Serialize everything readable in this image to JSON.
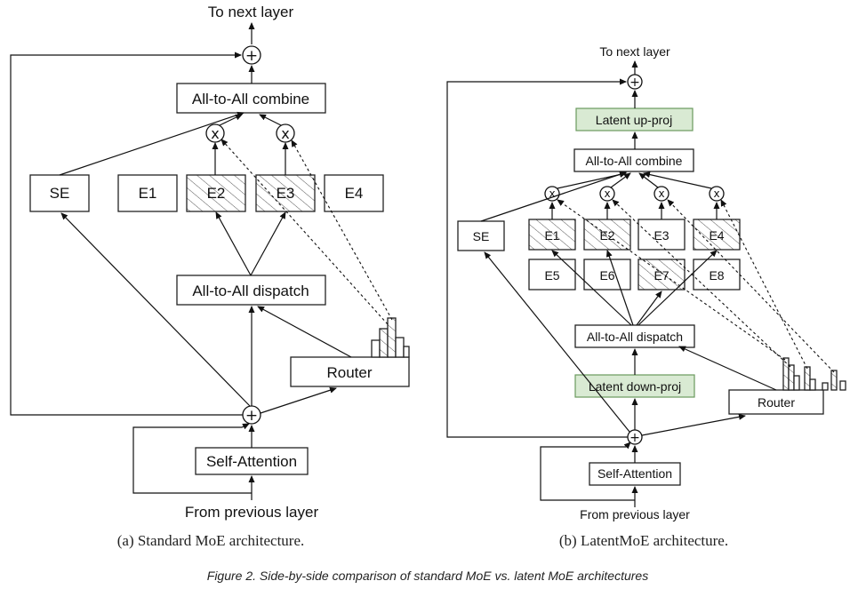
{
  "left": {
    "top_label": "To next layer",
    "combine": "All-to-All combine",
    "experts": [
      "SE",
      "E1",
      "E2",
      "E3",
      "E4"
    ],
    "dispatch": "All-to-All dispatch",
    "router": "Router",
    "attention": "Self-Attention",
    "bottom_label": "From previous layer",
    "caption": "(a) Standard MoE architecture."
  },
  "right": {
    "top_label": "To next layer",
    "up_proj": "Latent up-proj",
    "combine": "All-to-All combine",
    "shared": "SE",
    "experts_row1": [
      "E1",
      "E2",
      "E3",
      "E4"
    ],
    "experts_row2": [
      "E5",
      "E6",
      "E7",
      "E8"
    ],
    "dispatch": "All-to-All dispatch",
    "down_proj": "Latent down-proj",
    "router": "Router",
    "attention": "Self-Attention",
    "bottom_label": "From previous layer",
    "caption": "(b) LatentMoE architecture."
  },
  "symbols": {
    "plus": "+",
    "times": "x"
  },
  "figure_caption": "Figure 2. Side-by-side comparison of standard MoE vs. latent MoE architectures",
  "colors": {
    "latent_fill": "#d9ead3",
    "latent_border": "#6a9a5e"
  }
}
